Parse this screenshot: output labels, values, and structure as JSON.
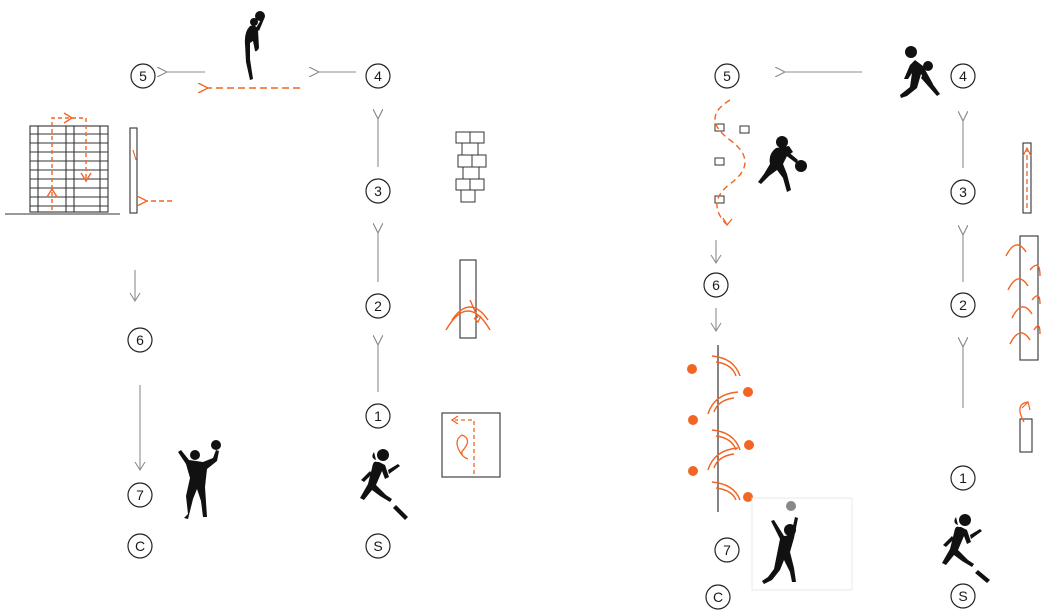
{
  "colors": {
    "ink": "#1a1a1a",
    "arrow_gray": "#8c8c8c",
    "accent_orange": "#f26522",
    "circle_stroke": "#222222"
  },
  "left_course": {
    "stations": {
      "s1": "1",
      "s2": "2",
      "s3": "3",
      "s4": "4",
      "s5": "5",
      "s6": "6",
      "s7": "7",
      "start": "S",
      "finish": "C"
    },
    "icons": [
      "runner-icon",
      "ball-thrower-icon",
      "wall-bars-icon",
      "bench-icon",
      "stacked-boxes-icon",
      "balance-beam-icon",
      "mat-square-icon",
      "ball-catcher-icon"
    ]
  },
  "right_course": {
    "stations": {
      "s1": "1",
      "s2": "2",
      "s3": "3",
      "s4": "4",
      "s5": "5",
      "s6": "6",
      "s7": "7",
      "start": "S",
      "finish": "C"
    },
    "icons": [
      "runner-icon",
      "volleyball-receiver-icon",
      "dribbler-icon",
      "slalom-markers-icon",
      "hurdle-line-icon",
      "volleyball-spiker-icon",
      "tall-plank-icon",
      "zigzag-board-icon",
      "small-box-icon"
    ]
  }
}
